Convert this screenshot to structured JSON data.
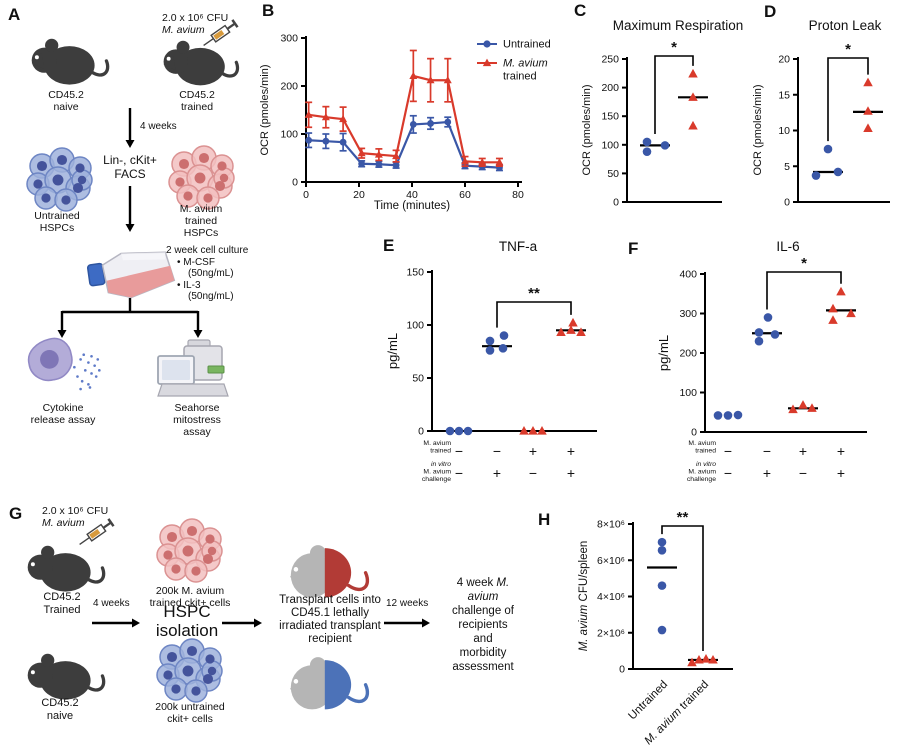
{
  "panels": {
    "a": "A",
    "b": "B",
    "c": "C",
    "d": "D",
    "e": "E",
    "f": "F",
    "g": "G",
    "h": "H"
  },
  "colors": {
    "untrained_blue": "#3A57A7",
    "trained_red": "#D93A2B",
    "mouse_dark": "#3D3D3D",
    "mouse_gray": "#B5B5B5",
    "mouse2_red": "#B23B36",
    "mouse2_blue": "#4C72B8",
    "cluster_blue_fill": "#9FB2DC",
    "cluster_blue_edge": "#6E86C4",
    "cluster_blue_core": "#44539B",
    "cluster_red_fill": "#F2C0C0",
    "cluster_red_edge": "#DB9292",
    "cluster_red_core": "#CC6F6F"
  },
  "panel_a": {
    "cfu": [
      {
        "t": "2.0 x 10⁶ CFU",
        "i": false
      },
      {
        "t": "M. avium",
        "i": true
      }
    ],
    "mouse_naive": [
      "CD45.2",
      "naive"
    ],
    "mouse_trained": [
      "CD45.2",
      "trained"
    ],
    "weeks": "4 weeks",
    "facs": [
      "Lin-, cKit+",
      "FACS"
    ],
    "hspc_untrained": [
      "Untrained",
      "HSPCs"
    ],
    "hspc_trained": [
      "M. avium",
      "trained",
      "HSPCs"
    ],
    "culture_lines": [
      "2 week cell culture",
      "• M-CSF",
      "(50ng/mL)",
      "• IL-3",
      "(50ng/mL)"
    ],
    "assay_cytokine": [
      "Cytokine",
      "release assay"
    ],
    "assay_seahorse": [
      "Seahorse",
      "mitostress",
      "assay"
    ]
  },
  "panel_g": {
    "cfu": [
      {
        "t": "2.0 x 10⁶ CFU",
        "i": false
      },
      {
        "t": "M. avium",
        "i": true
      }
    ],
    "mouse_trained": [
      "CD45.2",
      "Trained"
    ],
    "mouse_naive": [
      "CD45.2",
      "naive"
    ],
    "weeks4": "4 weeks",
    "cells_trained": [
      "200k M. avium",
      "trained ckit+ cells"
    ],
    "hspc": [
      "HSPC",
      "isolation"
    ],
    "cells_untrained": [
      "200k untrained",
      "ckit+ cells"
    ],
    "transplant": [
      "Transplant cells into",
      "CD45.1 lethally",
      "irradiated transplant",
      "recipient"
    ],
    "weeks12": "12 weeks",
    "outcome": [
      {
        "n": "4 week ",
        "i": "M."
      },
      {
        "n": "",
        "i": "avium"
      },
      {
        "n": "challenge of",
        "i": ""
      },
      {
        "n": "recipients",
        "i": ""
      },
      {
        "n": "and",
        "i": ""
      },
      {
        "n": "morbidity",
        "i": ""
      },
      {
        "n": "assessment",
        "i": ""
      }
    ]
  },
  "chart_data": [
    {
      "id": "B",
      "type": "line",
      "xlabel": "Time (minutes)",
      "ylabel": "OCR (pmoles/min)",
      "xlim": [
        0,
        80
      ],
      "ylim": [
        0,
        300
      ],
      "xticks": [
        0,
        20,
        40,
        60,
        80
      ],
      "yticks": [
        0,
        100,
        200,
        300
      ],
      "x": [
        1,
        7.5,
        14,
        21,
        27.5,
        34,
        40.5,
        47,
        53.5,
        60,
        66.5,
        73
      ],
      "series": [
        {
          "name_parts": [
            {
              "t": "Untrained"
            }
          ],
          "color": "#3A57A7",
          "marker": "circle",
          "values": [
            87,
            85,
            83,
            38,
            37,
            35,
            120,
            122,
            125,
            34,
            32,
            30
          ],
          "errors": [
            15,
            15,
            18,
            6,
            6,
            6,
            18,
            12,
            10,
            6,
            6,
            6
          ]
        },
        {
          "name_parts": [
            {
              "t": "M. avium",
              "i": true
            },
            {
              "t": "trained",
              "nl": true
            }
          ],
          "color": "#D93A2B",
          "marker": "triangle",
          "values": [
            140,
            135,
            131,
            60,
            57,
            54,
            221,
            212,
            212,
            43,
            41,
            41
          ],
          "errors": [
            26,
            22,
            25,
            10,
            12,
            12,
            53,
            45,
            45,
            10,
            8,
            8
          ]
        }
      ]
    },
    {
      "id": "C",
      "type": "dot",
      "title": "Maximum Respiration",
      "ylabel_parts": [
        {
          "t": "OCR (pmoles/min)"
        }
      ],
      "ylim": [
        0,
        250
      ],
      "yticks": [
        {
          "v": 0,
          "l": "0"
        },
        {
          "v": 50,
          "l": "50"
        },
        {
          "v": 100,
          "l": "100"
        },
        {
          "v": 150,
          "l": "150"
        },
        {
          "v": 200,
          "l": "200"
        },
        {
          "v": 250,
          "l": "250"
        }
      ],
      "groups": [
        {
          "name": "Untrained",
          "color": "#3A57A7",
          "marker": "circle",
          "median": 99,
          "points": [
            {
              "v": 105,
              "dx": -8
            },
            {
              "v": 88,
              "dx": -8
            },
            {
              "v": 99,
              "dx": 10
            }
          ]
        },
        {
          "name": "M. avium trained",
          "color": "#D93A2B",
          "marker": "triangle",
          "median": 183,
          "points": [
            {
              "v": 224,
              "dx": 0
            },
            {
              "v": 183,
              "dx": 0
            },
            {
              "v": 133,
              "dx": 0
            }
          ]
        }
      ],
      "sig": {
        "g1": 0,
        "g2": 1,
        "label": "*"
      }
    },
    {
      "id": "D",
      "type": "dot",
      "title": "Proton Leak",
      "ylabel_parts": [
        {
          "t": "OCR (pmoles/min)"
        }
      ],
      "ylim": [
        0,
        20
      ],
      "yticks": [
        {
          "v": 0,
          "l": "0"
        },
        {
          "v": 5,
          "l": "5"
        },
        {
          "v": 10,
          "l": "10"
        },
        {
          "v": 15,
          "l": "15"
        },
        {
          "v": 20,
          "l": "20"
        }
      ],
      "groups": [
        {
          "name": "Untrained",
          "color": "#3A57A7",
          "marker": "circle",
          "median": 4.2,
          "points": [
            {
              "v": 3.7,
              "dx": -12
            },
            {
              "v": 7.4,
              "dx": 0
            },
            {
              "v": 4.2,
              "dx": 10
            }
          ]
        },
        {
          "name": "M. avium trained",
          "color": "#D93A2B",
          "marker": "triangle",
          "median": 12.6,
          "points": [
            {
              "v": 16.7,
              "dx": 0
            },
            {
              "v": 12.7,
              "dx": 0
            },
            {
              "v": 10.3,
              "dx": 0
            }
          ]
        }
      ],
      "sig": {
        "g1": 0,
        "g2": 1,
        "label": "*"
      }
    },
    {
      "id": "E",
      "type": "dot",
      "title": "TNF-a",
      "ylabel_parts": [
        {
          "t": "pg/mL"
        }
      ],
      "ylim": [
        0,
        150
      ],
      "yticks": [
        {
          "v": 0,
          "l": "0"
        },
        {
          "v": 50,
          "l": "50"
        },
        {
          "v": 100,
          "l": "100"
        },
        {
          "v": 150,
          "l": "150"
        }
      ],
      "groups": [
        {
          "name": "untrained unchallenged",
          "color": "#3A57A7",
          "marker": "circle",
          "median": null,
          "points": [
            {
              "v": 0,
              "dx": -9
            },
            {
              "v": 0,
              "dx": 0
            },
            {
              "v": 0,
              "dx": 9
            }
          ]
        },
        {
          "name": "untrained challenged",
          "color": "#3A57A7",
          "marker": "circle",
          "median": 80,
          "points": [
            {
              "v": 85,
              "dx": -7
            },
            {
              "v": 90,
              "dx": 7
            },
            {
              "v": 76,
              "dx": -7
            },
            {
              "v": 78,
              "dx": 6
            }
          ]
        },
        {
          "name": "trained unchallenged",
          "color": "#D93A2B",
          "marker": "triangle",
          "median": null,
          "points": [
            {
              "v": 0,
              "dx": -9
            },
            {
              "v": 0,
              "dx": 0
            },
            {
              "v": 0,
              "dx": 9
            }
          ]
        },
        {
          "name": "trained challenged",
          "color": "#D93A2B",
          "marker": "triangle",
          "median": 95,
          "points": [
            {
              "v": 102,
              "dx": 2
            },
            {
              "v": 93,
              "dx": -10
            },
            {
              "v": 95,
              "dx": 0
            },
            {
              "v": 93,
              "dx": 10
            }
          ]
        }
      ],
      "sig": {
        "g1": 1,
        "g2": 3,
        "label": "**"
      },
      "rows": [
        {
          "label_lines": [
            {
              "t": "M. avium"
            },
            {
              "t": "trained"
            }
          ],
          "values": [
            "−",
            "−",
            "+",
            "+"
          ]
        },
        {
          "label_lines": [
            {
              "t": "in vitro",
              "i": true
            },
            {
              "t": "M. avium"
            },
            {
              "t": "challenge"
            }
          ],
          "values": [
            "−",
            "+",
            "−",
            "+"
          ]
        }
      ]
    },
    {
      "id": "F",
      "type": "dot",
      "title": "IL-6",
      "ylabel_parts": [
        {
          "t": "pg/mL"
        }
      ],
      "ylim": [
        0,
        400
      ],
      "yticks": [
        {
          "v": 0,
          "l": "0"
        },
        {
          "v": 100,
          "l": "100"
        },
        {
          "v": 200,
          "l": "200"
        },
        {
          "v": 300,
          "l": "300"
        },
        {
          "v": 400,
          "l": "400"
        }
      ],
      "groups": [
        {
          "name": "untrained unchallenged",
          "color": "#3A57A7",
          "marker": "circle",
          "median": null,
          "points": [
            {
              "v": 42,
              "dx": -10
            },
            {
              "v": 42,
              "dx": 0
            },
            {
              "v": 43,
              "dx": 10
            }
          ]
        },
        {
          "name": "untrained challenged",
          "color": "#3A57A7",
          "marker": "circle",
          "median": 250,
          "points": [
            {
              "v": 290,
              "dx": 1
            },
            {
              "v": 252,
              "dx": -8
            },
            {
              "v": 247,
              "dx": 8
            },
            {
              "v": 230,
              "dx": -8
            }
          ]
        },
        {
          "name": "trained unchallenged",
          "color": "#D93A2B",
          "marker": "triangle",
          "median": 60,
          "points": [
            {
              "v": 57,
              "dx": -10
            },
            {
              "v": 68,
              "dx": 0
            },
            {
              "v": 60,
              "dx": 9
            }
          ]
        },
        {
          "name": "trained challenged",
          "color": "#D93A2B",
          "marker": "triangle",
          "median": 308,
          "points": [
            {
              "v": 355,
              "dx": 0
            },
            {
              "v": 312,
              "dx": -8
            },
            {
              "v": 283,
              "dx": -8
            },
            {
              "v": 300,
              "dx": 10
            }
          ]
        }
      ],
      "sig": {
        "g1": 1,
        "g2": 3,
        "label": "*"
      },
      "rows": [
        {
          "label_lines": [
            {
              "t": "M. avium"
            },
            {
              "t": "trained"
            }
          ],
          "values": [
            "−",
            "−",
            "+",
            "+"
          ]
        },
        {
          "label_lines": [
            {
              "t": "in vitro",
              "i": true
            },
            {
              "t": "M. avium"
            },
            {
              "t": "challenge"
            }
          ],
          "values": [
            "−",
            "+",
            "−",
            "+"
          ]
        }
      ]
    },
    {
      "id": "H",
      "type": "dot",
      "ylabel_parts": [
        {
          "t": "M. avium",
          "i": true
        },
        {
          "t": "  CFU/spleen"
        }
      ],
      "ylim": [
        0,
        8
      ],
      "yticks": [
        {
          "v": 0,
          "l": "0"
        },
        {
          "v": 2,
          "l": "2×10⁶"
        },
        {
          "v": 4,
          "l": "4×10⁶"
        },
        {
          "v": 6,
          "l": "6×10⁶"
        },
        {
          "v": 8,
          "l": "8×10⁶"
        }
      ],
      "groups": [
        {
          "name": "Untrained",
          "color": "#3A57A7",
          "marker": "circle",
          "median": 5.6,
          "points": [
            {
              "v": 7.0,
              "dx": 0
            },
            {
              "v": 6.55,
              "dx": 0
            },
            {
              "v": 4.6,
              "dx": 0
            },
            {
              "v": 2.15,
              "dx": 0
            }
          ]
        },
        {
          "name": "M. avium trained",
          "color": "#D93A2B",
          "marker": "triangle",
          "median": 0.5,
          "points": [
            {
              "v": 0.35,
              "dx": -11
            },
            {
              "v": 0.5,
              "dx": -4
            },
            {
              "v": 0.55,
              "dx": 3
            },
            {
              "v": 0.5,
              "dx": 10
            }
          ]
        }
      ],
      "sig": {
        "g1": 0,
        "g2": 1,
        "label": "**"
      },
      "xlabels": [
        [
          {
            "t": "Untrained"
          }
        ],
        [
          {
            "t": "M. avium",
            "i": true
          },
          {
            "t": " trained"
          }
        ]
      ]
    }
  ]
}
